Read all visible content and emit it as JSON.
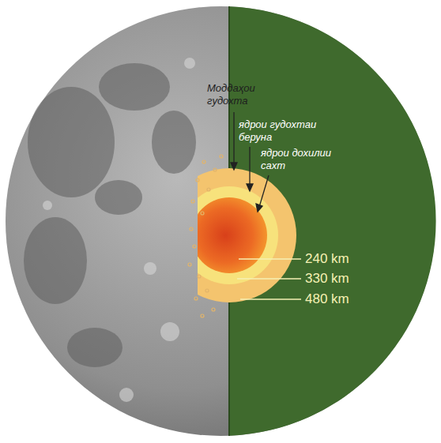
{
  "diagram": {
    "labels": [
      "Моддаҳои гудохта",
      "ядрои гудохтаи беруна",
      "ядрои дохилии сахт",
      "240 km",
      "330 km",
      "480 km"
    ]
  }
}
